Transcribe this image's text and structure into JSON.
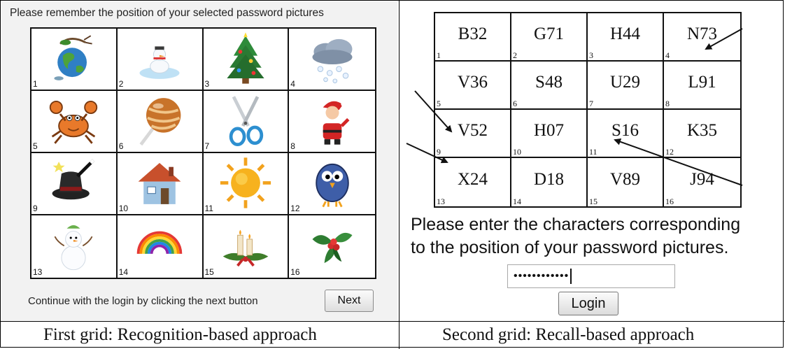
{
  "left": {
    "instruction": "Please remember the position of your selected password pictures",
    "pictures": [
      {
        "number": "1",
        "icon": "globe-icon"
      },
      {
        "number": "2",
        "icon": "melting-snowman-icon"
      },
      {
        "number": "3",
        "icon": "christmas-tree-icon"
      },
      {
        "number": "4",
        "icon": "snow-cloud-icon"
      },
      {
        "number": "5",
        "icon": "crab-icon"
      },
      {
        "number": "6",
        "icon": "lollipop-icon"
      },
      {
        "number": "7",
        "icon": "scissors-icon"
      },
      {
        "number": "8",
        "icon": "santa-icon"
      },
      {
        "number": "9",
        "icon": "magic-hat-icon"
      },
      {
        "number": "10",
        "icon": "house-icon"
      },
      {
        "number": "11",
        "icon": "sun-icon"
      },
      {
        "number": "12",
        "icon": "blue-bird-icon"
      },
      {
        "number": "13",
        "icon": "snowman-icon"
      },
      {
        "number": "14",
        "icon": "rainbow-icon"
      },
      {
        "number": "15",
        "icon": "christmas-candles-icon"
      },
      {
        "number": "16",
        "icon": "holly-icon"
      }
    ],
    "continue_text": "Continue with the login by clicking the next button",
    "next_label": "Next",
    "caption": "First grid: Recognition-based approach"
  },
  "right": {
    "cells": [
      {
        "number": "1",
        "code": "B32"
      },
      {
        "number": "2",
        "code": "G71"
      },
      {
        "number": "3",
        "code": "H44"
      },
      {
        "number": "4",
        "code": "N73"
      },
      {
        "number": "5",
        "code": "V36"
      },
      {
        "number": "6",
        "code": "S48"
      },
      {
        "number": "7",
        "code": "U29"
      },
      {
        "number": "8",
        "code": "L91"
      },
      {
        "number": "9",
        "code": "V52"
      },
      {
        "number": "10",
        "code": "H07"
      },
      {
        "number": "11",
        "code": "S16"
      },
      {
        "number": "12",
        "code": "K35"
      },
      {
        "number": "13",
        "code": "X24"
      },
      {
        "number": "14",
        "code": "D18"
      },
      {
        "number": "15",
        "code": "V89"
      },
      {
        "number": "16",
        "code": "J94"
      }
    ],
    "instruction_line1": "Please enter the characters corresponding",
    "instruction_line2": "to the position of your password pictures.",
    "password_value": "••••••••••••",
    "login_label": "Login",
    "caption": "Second grid: Recall-based approach"
  }
}
